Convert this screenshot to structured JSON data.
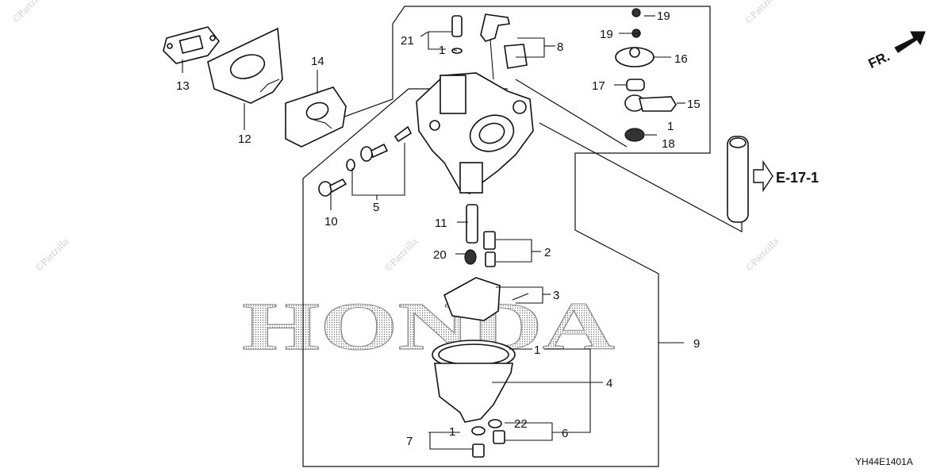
{
  "watermark": {
    "brand_text": "HONDA",
    "corner_text": "©Partzilla"
  },
  "direction": {
    "label": "FR."
  },
  "reference": {
    "label": "E-17-1"
  },
  "diagram_code": "YH44E1401A",
  "callouts": {
    "c1a": "1",
    "c1b": "1",
    "c1c": "1",
    "c1d": "1",
    "c2": "2",
    "c3": "3",
    "c4": "4",
    "c5": "5",
    "c6": "6",
    "c7": "7",
    "c8": "8",
    "c9": "9",
    "c10": "10",
    "c11": "11",
    "c12": "12",
    "c13": "13",
    "c14": "14",
    "c15": "15",
    "c16": "16",
    "c17": "17",
    "c18": "18",
    "c19a": "19",
    "c19b": "19",
    "c20": "20",
    "c21": "21",
    "c22": "22"
  }
}
